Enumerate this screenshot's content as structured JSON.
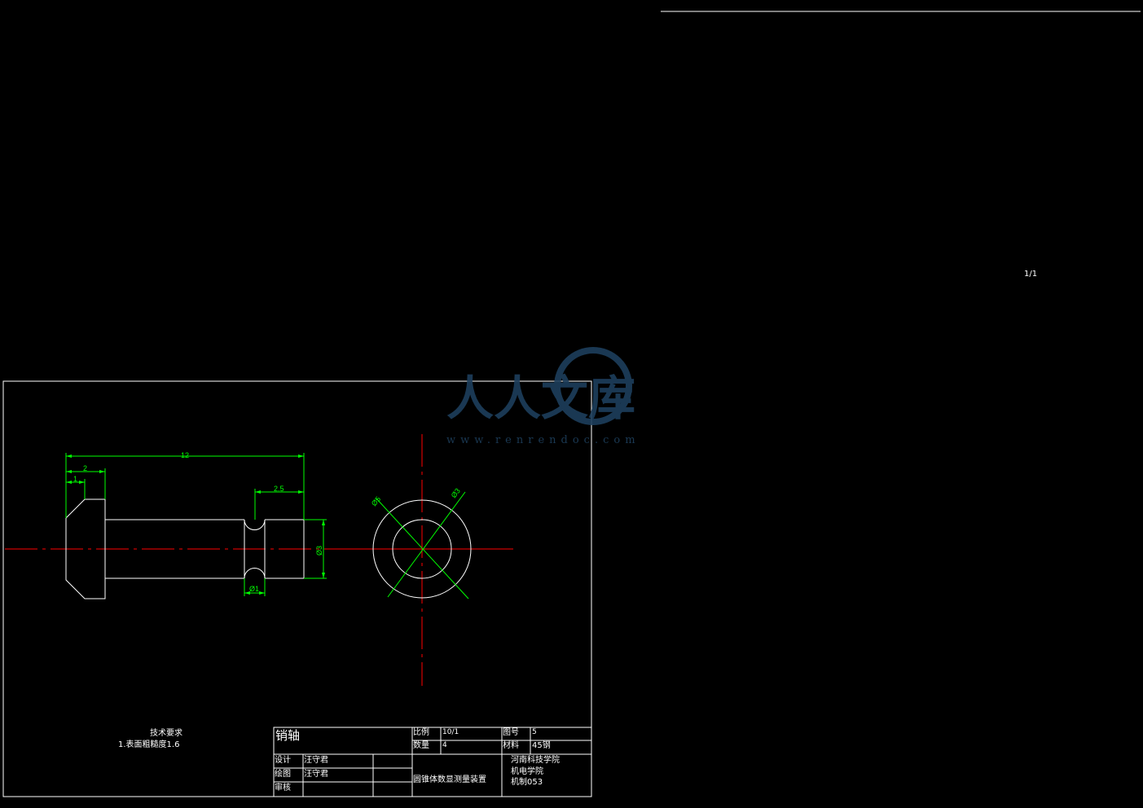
{
  "page_indicator": "1/1",
  "watermark": {
    "text": "人人文库",
    "url": "www.renrendoc.com"
  },
  "drawing": {
    "dimensions": {
      "total_length": "12",
      "head_length": "2",
      "chamfer": "1",
      "groove_position": "2.5",
      "diameter": "Ø3",
      "groove_diameter": "Ø1",
      "outer_diameter": "Ø5",
      "inner_diameter": "Ø3"
    }
  },
  "tech_requirements": {
    "title": "技术要求",
    "item1": "1.表面粗糙度1.6"
  },
  "title_block": {
    "part_name": "销轴",
    "scale_label": "比例",
    "scale_value": "10/1",
    "drawing_no_label": "图号",
    "drawing_no_value": "5",
    "quantity_label": "数量",
    "quantity_value": "4",
    "material_label": "材料",
    "material_value": "45钢",
    "design_label": "设计",
    "design_value": "汪守君",
    "drawn_label": "绘图",
    "drawn_value": "汪守君",
    "review_label": "审核",
    "assembly_name": "圆锥体数显测量装置",
    "school": "河南科技学院",
    "department": "机电学院",
    "class": "机制053"
  },
  "colors": {
    "background": "#000000",
    "outline": "#ffffff",
    "dimension": "#00ff00",
    "centerline": "#ff0000",
    "watermark": "#1d3f5c"
  }
}
